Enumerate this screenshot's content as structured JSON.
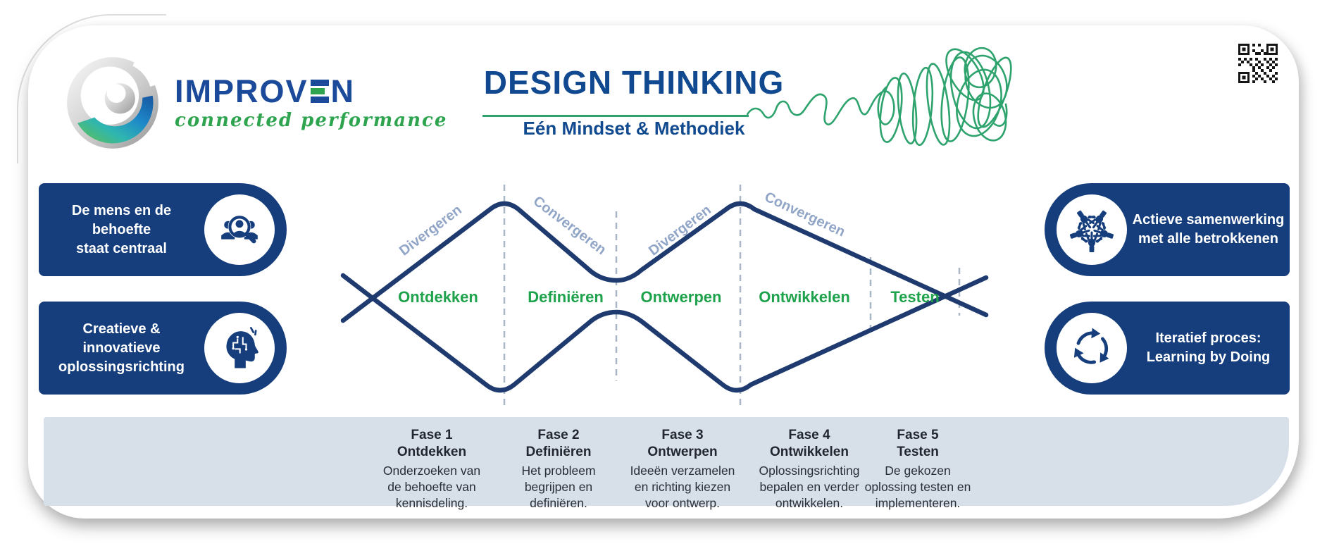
{
  "brand": {
    "name": "IMPROVEN",
    "name_pre": "IMPROV",
    "name_post": "N",
    "tagline": "connected performance"
  },
  "header": {
    "title": "DESIGN THINKING",
    "subtitle": "Eén Mindset & Methodiek"
  },
  "badges": {
    "left": [
      {
        "line1": "De mens en de behoefte",
        "line2": "staat centraal",
        "icon": "people-search-icon"
      },
      {
        "line1": "Creatieve & innovatieve",
        "line2": "oplossingsrichting",
        "icon": "head-idea-icon"
      }
    ],
    "right": [
      {
        "line1": "Actieve samenwerking",
        "line2": "met alle betrokkenen",
        "icon": "hands-together-icon"
      },
      {
        "line1": "Iteratief proces:",
        "line2": "Learning by Doing",
        "icon": "cycle-arrows-icon"
      }
    ]
  },
  "diamond": {
    "flow_labels": [
      "Divergeren",
      "Convergeren",
      "Divergeren",
      "Convergeren"
    ],
    "phase_labels": [
      "Ontdekken",
      "Definiëren",
      "Ontwerpen",
      "Ontwikkelen",
      "Testen"
    ]
  },
  "phases": [
    {
      "fase": "Fase 1",
      "name": "Ontdekken",
      "description": "Onderzoeken van de behoefte van kennisdeling."
    },
    {
      "fase": "Fase 2",
      "name": "Definiëren",
      "description": "Het probleem begrijpen en definiëren."
    },
    {
      "fase": "Fase 3",
      "name": "Ontwerpen",
      "description": "Ideeën verzamelen en richting kiezen voor ontwerp."
    },
    {
      "fase": "Fase 4",
      "name": "Ontwikkelen",
      "description": "Oplossingsrichting bepalen en verder ontwikkelen."
    },
    {
      "fase": "Fase 5",
      "name": "Testen",
      "description": "De gekozen oplossing testen en implementeren."
    }
  ],
  "icons": [
    "qr-code-icon",
    "people-search-icon",
    "head-idea-icon",
    "hands-together-icon",
    "cycle-arrows-icon",
    "improven-swirl-icon"
  ],
  "colors": {
    "pill_navy": "#163e7c",
    "diamond_line_navy": "#1e3a6e",
    "title_blue": "#10498f",
    "logo_blue": "#1b4a9b",
    "phase_green": "#1fa24c",
    "scribble_green": "#2ea36d",
    "logo_script_green": "#2ea44f",
    "band_background": "#d7dfe9",
    "flow_label_blue_gray": "#91a5c7",
    "dash_gray": "#a9b6c6"
  }
}
